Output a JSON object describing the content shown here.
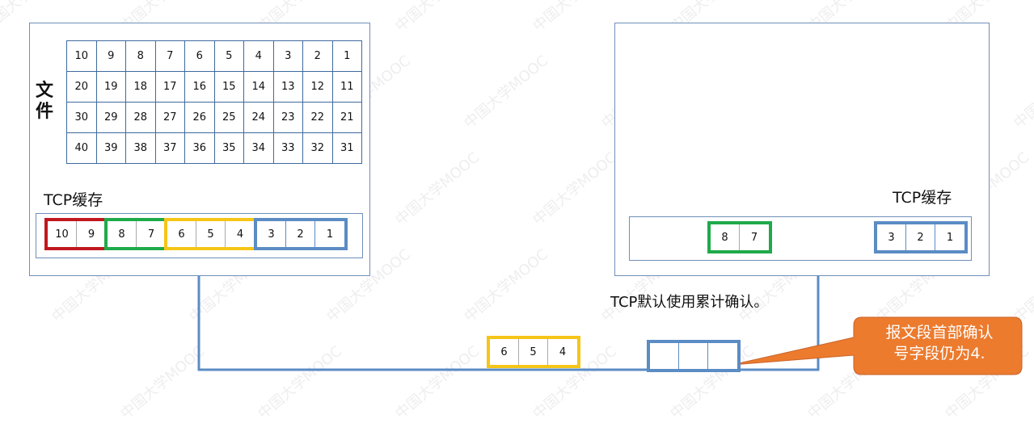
{
  "sender": {
    "file_label": "文件",
    "file_rows": [
      [
        "10",
        "9",
        "8",
        "7",
        "6",
        "5",
        "4",
        "3",
        "2",
        "1"
      ],
      [
        "20",
        "19",
        "18",
        "17",
        "16",
        "15",
        "14",
        "13",
        "12",
        "11"
      ],
      [
        "30",
        "29",
        "28",
        "27",
        "26",
        "25",
        "24",
        "23",
        "22",
        "21"
      ],
      [
        "40",
        "39",
        "38",
        "37",
        "36",
        "35",
        "34",
        "33",
        "32",
        "31"
      ]
    ],
    "buffer_title": "TCP缓存",
    "buffer_segments": [
      {
        "color": "red",
        "cells": [
          "10",
          "9"
        ]
      },
      {
        "color": "green",
        "cells": [
          "8",
          "7"
        ]
      },
      {
        "color": "yellow",
        "cells": [
          "6",
          "5",
          "4"
        ]
      },
      {
        "color": "blue",
        "cells": [
          "3",
          "2",
          "1"
        ]
      }
    ]
  },
  "receiver": {
    "buffer_title": "TCP缓存",
    "segment_green": [
      "8",
      "7"
    ],
    "segment_blue": [
      "3",
      "2",
      "1"
    ]
  },
  "note": "TCP默认使用累计确认。",
  "in_transit_segment": [
    "6",
    "5",
    "4"
  ],
  "ack_segment": [
    "",
    "",
    ""
  ],
  "callout": {
    "line1": "报文段首部确认",
    "line2": "号字段仍为4."
  },
  "watermark": "中国大学MOOC",
  "colors": {
    "red": "#c0181f",
    "green": "#1faa4a",
    "yellow": "#f5c518",
    "blue": "#5b8cc4",
    "callout": "#ec7b2e"
  }
}
